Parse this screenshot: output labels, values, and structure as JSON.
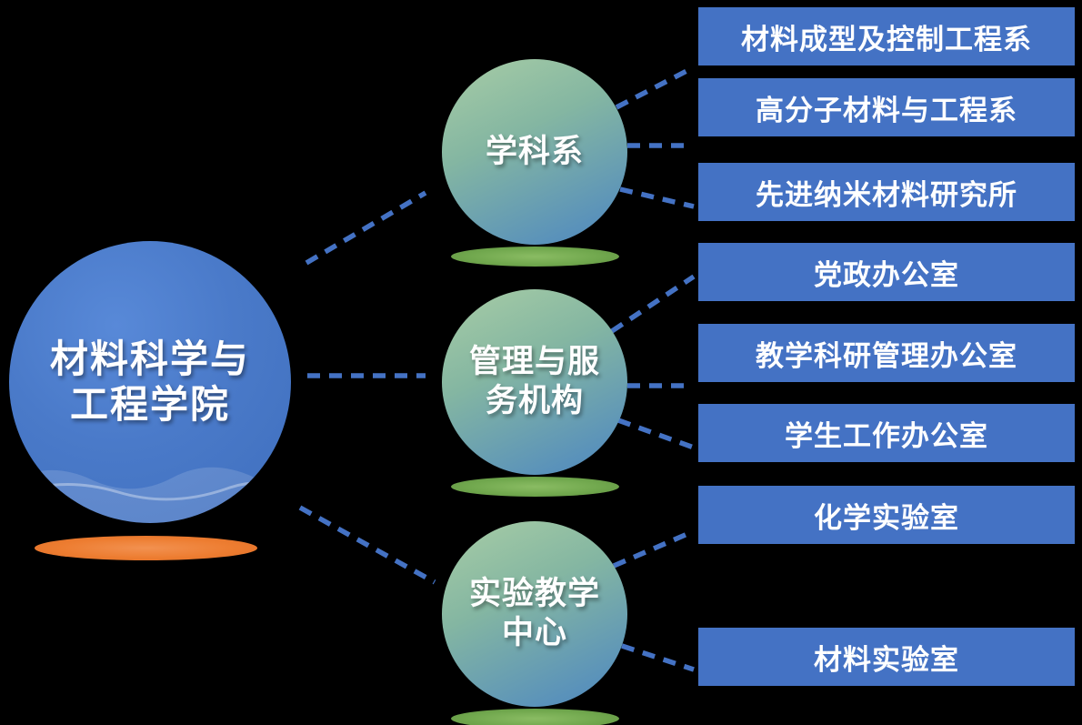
{
  "colors": {
    "background": "#000000",
    "root_circle": "#4A7AC9",
    "category_gradient_start": "#A8CDA5",
    "category_gradient_end": "#4D86B8",
    "leaf_rect": "#4472C4",
    "connector": "#4472C4",
    "root_shadow": "#ED7D31",
    "category_shadow": "#71A84E",
    "text": "#FFFFFF"
  },
  "root": {
    "lines": [
      "材料科学与",
      "工程学院"
    ]
  },
  "categories": [
    {
      "lines": [
        "学科系"
      ]
    },
    {
      "lines": [
        "管理与服",
        "务机构"
      ]
    },
    {
      "lines": [
        "实验教学",
        "中心"
      ]
    }
  ],
  "leaves": [
    {
      "label": "材料成型及控制工程系"
    },
    {
      "label": "高分子材料与工程系"
    },
    {
      "label": "先进纳米材料研究所"
    },
    {
      "label": "党政办公室"
    },
    {
      "label": "教学科研管理办公室"
    },
    {
      "label": "学生工作办公室"
    },
    {
      "label": "化学实验室"
    },
    {
      "label": "材料实验室"
    }
  ]
}
